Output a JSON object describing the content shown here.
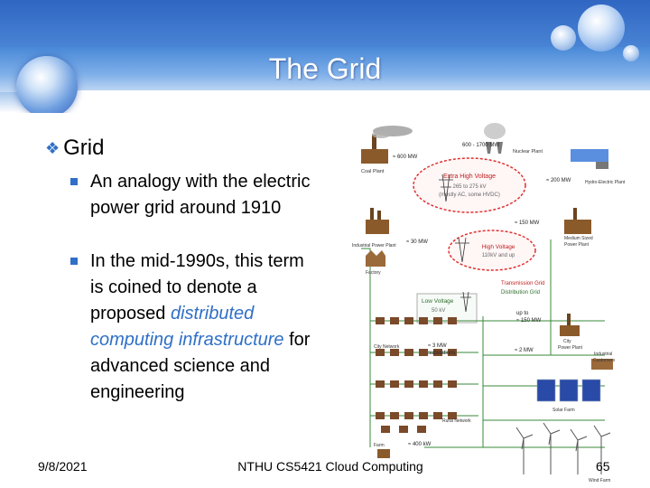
{
  "slide": {
    "title": "The Grid"
  },
  "bullets": {
    "level1": "Grid",
    "item1": "An analogy with the electric power grid around 1910",
    "item2_before": "In the mid-1990s, this term is coined to denote a proposed ",
    "item2_accent": "distributed computing infrastructure",
    "item2_after": " for advanced science and engineering"
  },
  "diagram": {
    "labels": {
      "mw600": "≈ 600 MW",
      "mw600_1700": "600 - 1700 MW",
      "nuclear": "Nuclear Plant",
      "coal": "Coal Plant",
      "ehv": "Extra High Voltage",
      "ehv_range": "265 to 275 kV",
      "ehv_note": "(mostly AC, some HVDC)",
      "mw200": "≈ 200 MW",
      "hydro": "Hydro-Electric Plant",
      "mw150": "≈ 150 MW",
      "medium": "Medium Sized",
      "power_plant": "Power Plant",
      "mw30": "≈ 30 MW",
      "industrial_plant": "Industrial Power Plant",
      "high_voltage": "High Voltage",
      "hv_range": "110kV and up",
      "factory": "Factory",
      "transmission": "Transmission Grid",
      "distribution": "Distribution Grid",
      "low_voltage": "Low Voltage",
      "lv_range": "50 kV",
      "up_to": "up to",
      "mw150b": "≈ 150 MW",
      "city_network": "City Network",
      "mw3": "≈ 3 MW",
      "substations": "substations",
      "city_plant": "City",
      "city_plant2": "Power Plant",
      "mw2": "≈ 2 MW",
      "industrial": "Industrial",
      "customers": "Customers",
      "solar": "Solar Farm",
      "rural": "Rural Network",
      "farm": "Farm",
      "kw400": "≈ 400 kW",
      "wind": "Wind Farm"
    }
  },
  "footer": {
    "date": "9/8/2021",
    "course": "NTHU CS5421 Cloud Computing",
    "page": "65"
  },
  "colors": {
    "accent": "#2f6fc7",
    "title": "#ffffff",
    "cloud_border": "#e03030",
    "grid_line": "#3a8a3a"
  }
}
